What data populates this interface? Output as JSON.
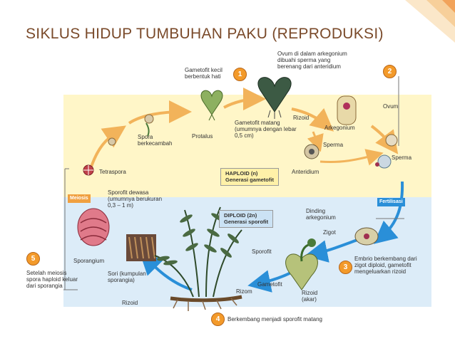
{
  "title": "SIKLUS HIDUP TUMBUHAN PAKU (REPRODUKSI)",
  "steps": [
    "1",
    "2",
    "3",
    "4",
    "5"
  ],
  "generations": {
    "haploid_title": "HAPLOID (n)",
    "haploid_sub": "Generasi gametofit",
    "diploid_title": "DIPLOID (2n)",
    "diploid_sub": "Generasi sporofit"
  },
  "badges": {
    "meiosis": "Meiosis",
    "fertilisasi": "Fertilisasi"
  },
  "labels": {
    "gametofit_kecil": "Gametofit kecil berbentuk hati",
    "ovum_arkegonium": "Ovum di dalam arkegonium dibuahi sperma yang berenang dari anteridium",
    "rizoid_top": "Rizoid",
    "gametofit_matang": "Gametofit matang (umumnya dengan lebar 0,5 cm)",
    "spora_berkecambah": "Spora berkecambah",
    "protalus": "Protalus",
    "ovum": "Ovum",
    "arkegonium": "Arkegonium",
    "sperma_top": "Sperma",
    "sperma_right": "Sperma",
    "anteridium": "Anteridium",
    "tetraspora": "Tetraspora",
    "sporofit_dewasa": "Sporofit dewasa (umumnya berukuran 0,3 – 1 m)",
    "dinding_arkegonium": "Dinding arkegonium",
    "zigot": "Zigot",
    "sporofit": "Sporofit",
    "embrio": "Embrio berkembang dari zigot diploid, gametofit mengeluarkan rizoid",
    "sporangium": "Sporangium",
    "sori": "Sori (kumpulan sporangia)",
    "setelah_meiosis": "Setelah meiosis spora haploid keluar dari sporangia",
    "gametofit_bottom": "Gametofit",
    "rizom": "Rizom",
    "rizoid_akar": "Rizoid (akar)",
    "rizoid_bottom": "Rizoid",
    "berkembang": "Berkembang menjadi sporofit matang"
  },
  "colors": {
    "title": "#7a4a2a",
    "haploid_bg": "#fff6c8",
    "diploid_bg": "#dcecf8",
    "cycle_arrow": "#f2b35a",
    "fertilisasi_arrow": "#2a8fd8",
    "step_badge": "#f39a2a",
    "meiosis_badge": "#f0a040",
    "fertilisasi_badge": "#2a8fd8"
  }
}
